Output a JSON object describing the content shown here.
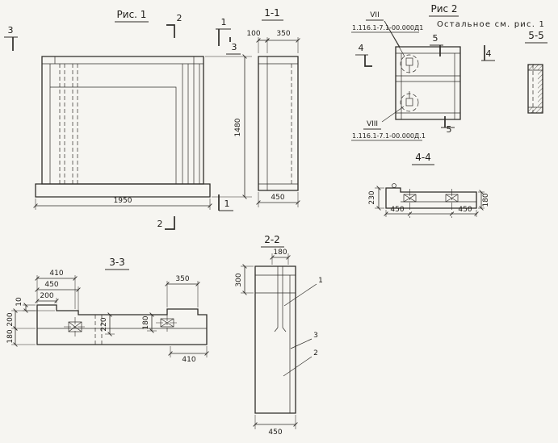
{
  "fig1": {
    "title": "Рис. 1",
    "marker_1": "1",
    "marker_2": "2",
    "marker_3": "3",
    "dim_height": "1480",
    "dim_width": "1950"
  },
  "sec11": {
    "title": "1-1",
    "dim_100": "100",
    "dim_350": "350",
    "dim_450": "450"
  },
  "fig2": {
    "title": "Рис 2",
    "note": "Остальное см. рис. 1",
    "detail_vii": "VII",
    "detail_vii_doc": "1.116.1-7.1-00.000Д1",
    "detail_viii": "VIII",
    "detail_viii_doc": "1.116.1-7.1-00.000Д.1",
    "marker_4": "4",
    "marker_5": "5"
  },
  "sec55": {
    "title": "5-5"
  },
  "sec44": {
    "title": "4-4",
    "dim_230": "230",
    "dim_180": "180",
    "dim_450_left": "450",
    "dim_450_right": "450"
  },
  "sec33": {
    "title": "3-3",
    "dim_410_top": "410",
    "dim_450_top": "450",
    "dim_200_top": "200",
    "dim_10": "10",
    "dim_350": "350",
    "dim_200_left": "200",
    "dim_180_left": "180",
    "dim_220": "220",
    "dim_180_inner": "180",
    "dim_410_bottom": "410"
  },
  "sec22": {
    "title": "2-2",
    "dim_180": "180",
    "dim_300": "300",
    "dim_450": "450",
    "callout_1": "1",
    "callout_2": "2",
    "callout_3": "3"
  }
}
